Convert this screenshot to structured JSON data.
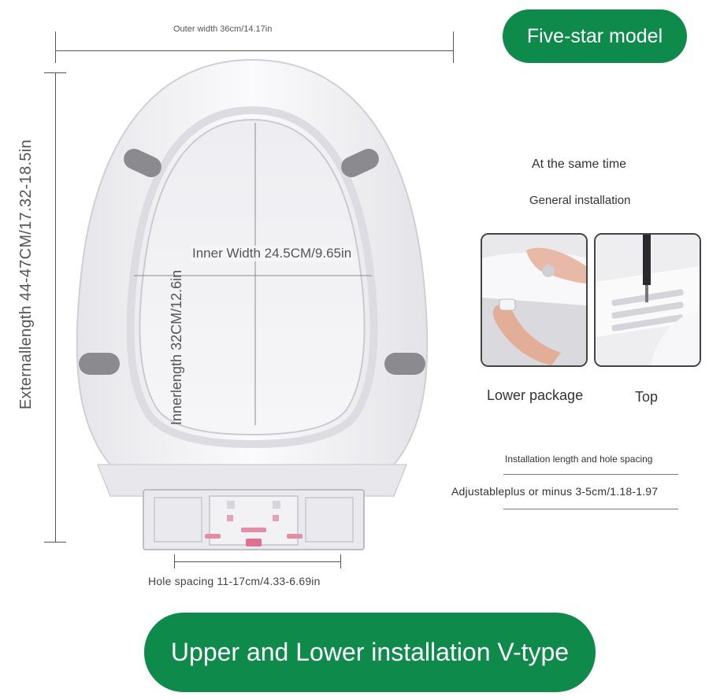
{
  "dimensions": {
    "outer_width": "Outer width 36cm/14.17in",
    "external_length": "Externallength 44-47CM/17.32-18.5in",
    "inner_width": "Inner Width 24.5CM/9.65in",
    "inner_length": "Innerlength 32CM/12.6in",
    "hole_spacing": "Hole spacing 11-17cm/4.33-6.69in"
  },
  "badges": {
    "top": "Five-star model",
    "bottom": "Upper and Lower installation V-type"
  },
  "info": {
    "line1": "At the same time",
    "line2": "General installation",
    "photo_left_caption": "Lower package",
    "photo_right_caption": "Top",
    "install_title": "Installation length and hole spacing",
    "install_value": "Adjustableplus or minus 3-5cm/1.18-1.97"
  },
  "colors": {
    "badge_green": "#0e8a4a",
    "seat_white": "#f4f4f6",
    "pad_gray": "#8a8a8f"
  }
}
